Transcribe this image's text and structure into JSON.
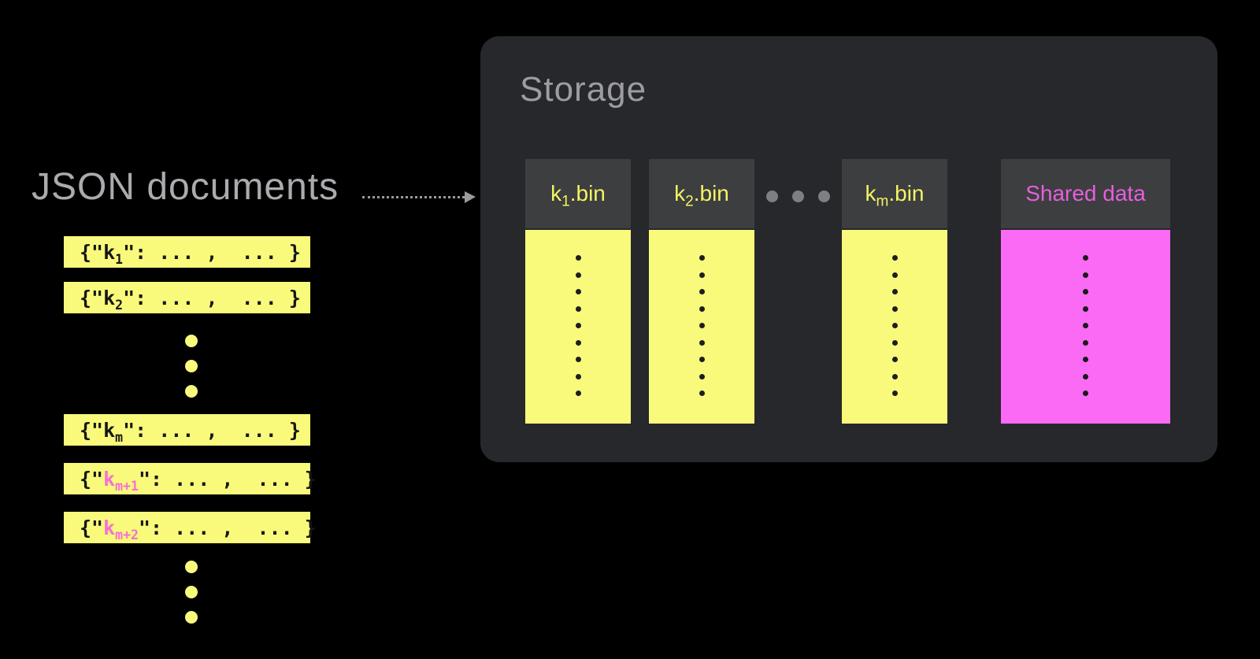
{
  "left": {
    "title": "JSON documents",
    "bars": [
      {
        "pre": "{\"",
        "key": "k",
        "sub": "1",
        "post": "\": ... ,  ... }",
        "variant": "plain"
      },
      {
        "pre": "{\"",
        "key": "k",
        "sub": "2",
        "post": "\": ... ,  ... }",
        "variant": "plain"
      },
      {
        "pre": "{\"",
        "key": "k",
        "sub": "m",
        "post": "\": ... ,  ... }",
        "variant": "plain"
      },
      {
        "pre": "{\"",
        "key": "k",
        "sub": "m+1",
        "post": "\": ... ,  ... }",
        "variant": "highlight"
      },
      {
        "pre": "{\"",
        "key": "k",
        "sub": "m+2",
        "post": "\": ... ,  ... }",
        "variant": "highlight"
      }
    ]
  },
  "storage": {
    "title": "Storage",
    "columns": [
      {
        "label_pre": "k",
        "label_sub": "1",
        "label_post": ".bin",
        "variant": "bin"
      },
      {
        "label_pre": "k",
        "label_sub": "2",
        "label_post": ".bin",
        "variant": "bin"
      },
      {
        "label_pre": "k",
        "label_sub": "m",
        "label_post": ".bin",
        "variant": "bin"
      },
      {
        "label_pre": "Shared data",
        "label_sub": "",
        "label_post": "",
        "variant": "shared"
      }
    ]
  },
  "colors": {
    "background": "#000000",
    "panel_bg": "#27282B",
    "column_header_bg": "#3D3E40",
    "accent_yellow": "#F9FA7C",
    "accent_pink": "#FB6AF5",
    "shared_label_pink": "#E55FDD",
    "highlight_key_pink": "#F76FD3",
    "title_gray": "#ABABAF"
  }
}
